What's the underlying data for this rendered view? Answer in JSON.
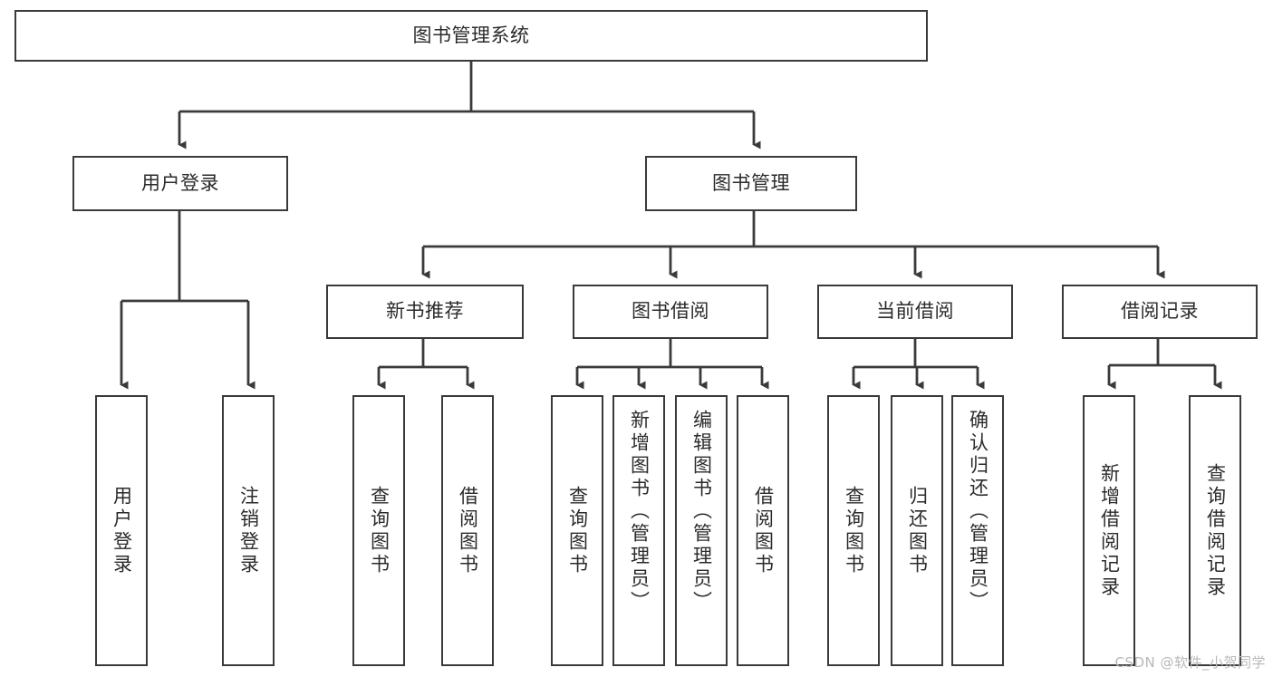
{
  "diagram": {
    "type": "tree",
    "title": "图书管理系统",
    "orientation": "top-down",
    "watermark": "CSDN @软件_小贺同学",
    "colors": {
      "box_border": "#3a3a3a",
      "box_fill": "#ffffff",
      "connector": "#3a3a3a",
      "text": "#2b2b2b",
      "watermark": "#b8b8b8"
    },
    "nodes": {
      "root": {
        "label": "图书管理系统",
        "level": 0
      },
      "level1": [
        {
          "label": "用户登录",
          "level": 1
        },
        {
          "label": "图书管理",
          "level": 1
        }
      ],
      "level2": [
        {
          "label": "新书推荐",
          "level": 2,
          "parent": "图书管理"
        },
        {
          "label": "图书借阅",
          "level": 2,
          "parent": "图书管理"
        },
        {
          "label": "当前借阅",
          "level": 2,
          "parent": "图书管理"
        },
        {
          "label": "借阅记录",
          "level": 2,
          "parent": "图书管理"
        }
      ],
      "leaves": {
        "user_login": [
          {
            "label": "用户登录"
          },
          {
            "label": "注销登录"
          }
        ],
        "new_book_recommend": [
          {
            "label": "查询图书"
          },
          {
            "label": "借阅图书"
          }
        ],
        "book_borrow": [
          {
            "label": "查询图书"
          },
          {
            "label": "新增图书（管理员）"
          },
          {
            "label": "编辑图书（管理员）"
          },
          {
            "label": "借阅图书"
          }
        ],
        "current_borrow": [
          {
            "label": "查询图书"
          },
          {
            "label": "归还图书"
          },
          {
            "label": "确认归还（管理员）"
          }
        ],
        "borrow_record": [
          {
            "label": "新增借阅记录"
          },
          {
            "label": "查询借阅记录"
          }
        ]
      }
    }
  }
}
